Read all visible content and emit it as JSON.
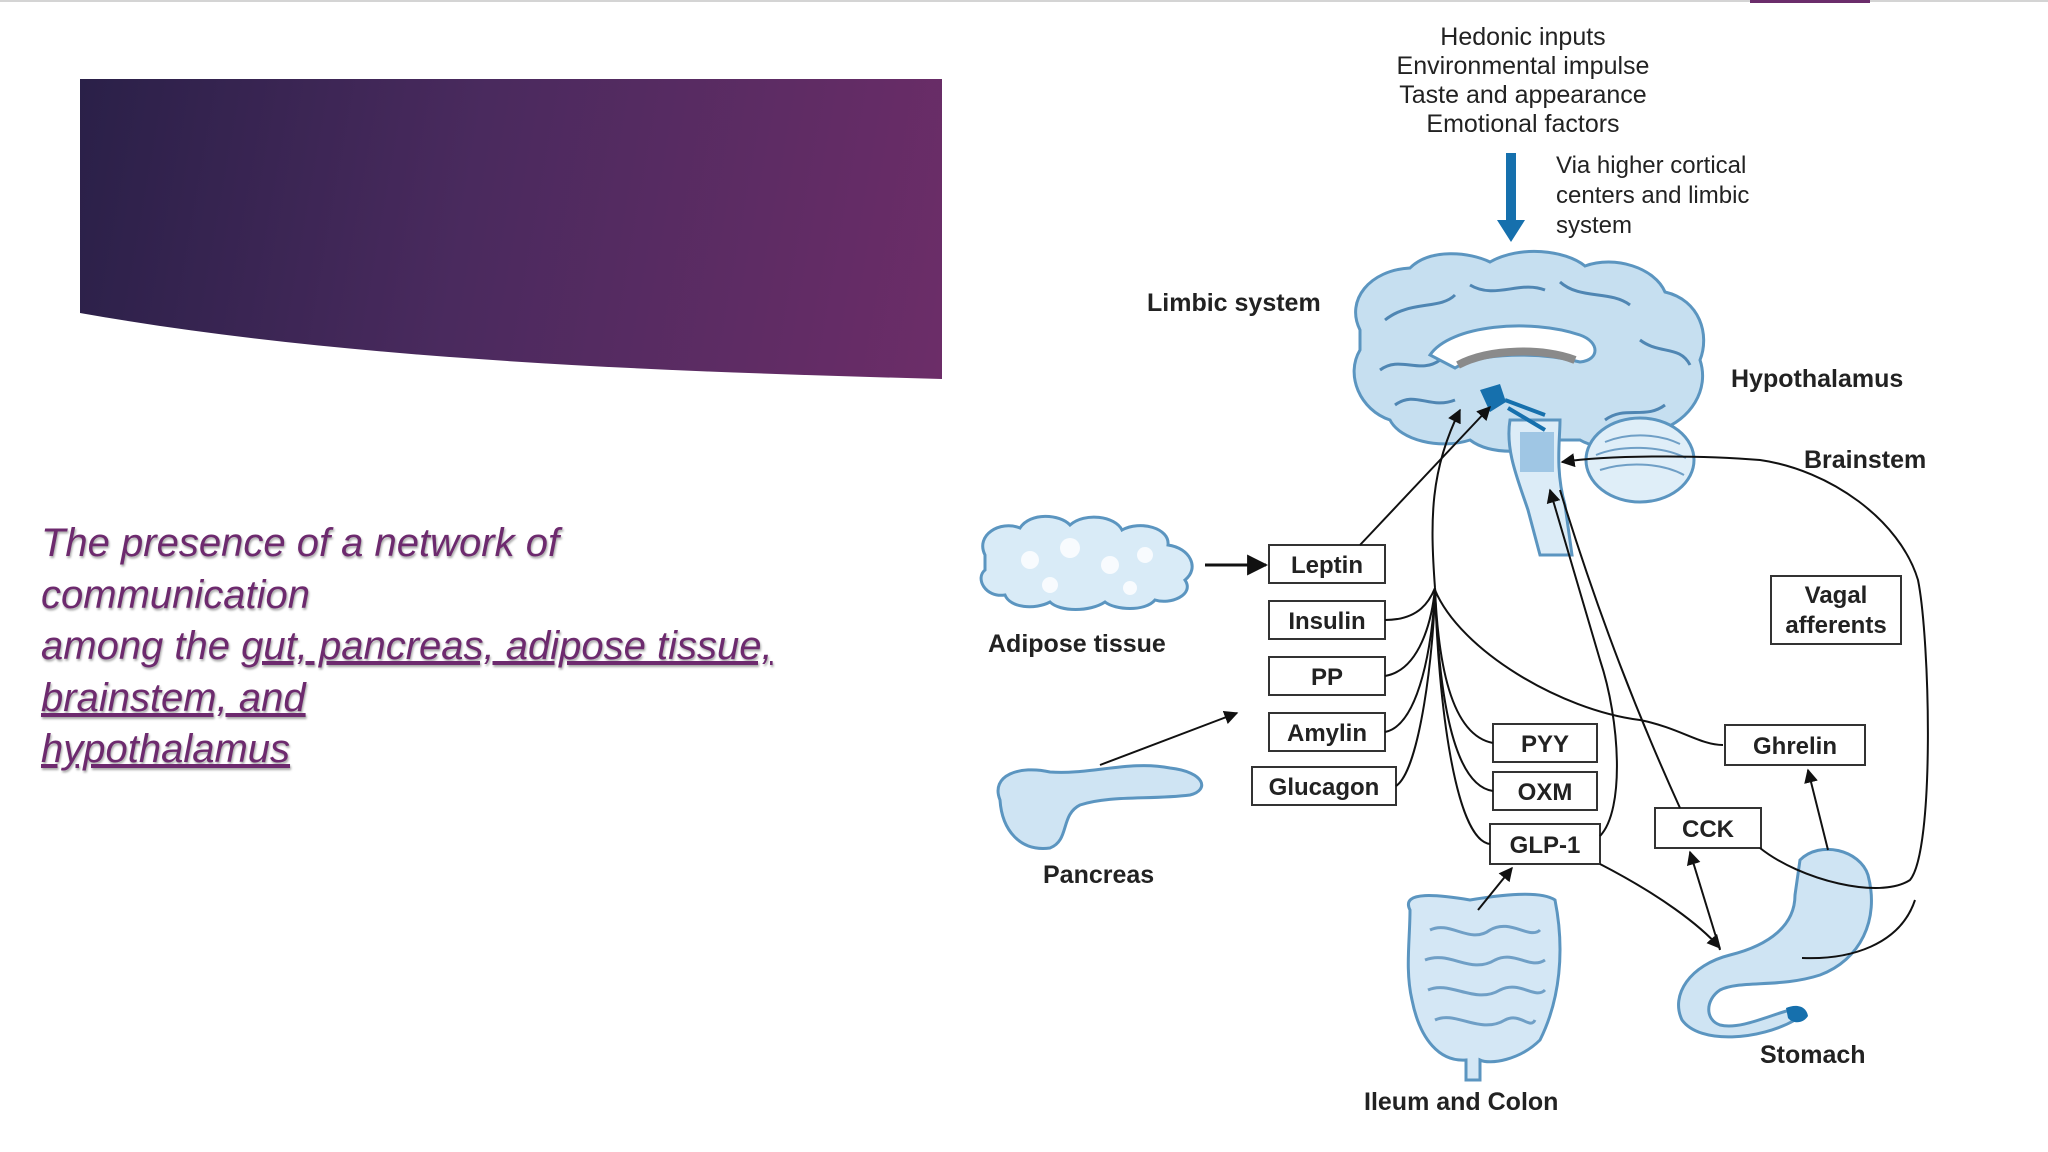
{
  "slide": {
    "text_lines": [
      "The presence of a network of",
      "communication",
      "among the "
    ],
    "underlined_parts": [
      "gut, pancreas, adipose tissue,",
      "brainstem, and",
      "hypothalamus"
    ],
    "accent_color": "#6d2a6e"
  },
  "diagram": {
    "hedonic_inputs": [
      "Hedonic inputs",
      "Environmental impulse",
      "Taste and appearance",
      "Emotional factors"
    ],
    "cortical_note": [
      "Via higher cortical",
      "centers and limbic",
      "system"
    ],
    "organs": {
      "limbic": "Limbic system",
      "hypothalamus": "Hypothalamus",
      "brainstem": "Brainstem",
      "adipose": "Adipose tissue",
      "pancreas": "Pancreas",
      "ileum": "Ileum and Colon",
      "stomach": "Stomach"
    },
    "hormones": {
      "leptin": "Leptin",
      "insulin": "Insulin",
      "pp": "PP",
      "amylin": "Amylin",
      "glucagon": "Glucagon",
      "pyy": "PYY",
      "oxm": "OXM",
      "glp1": "GLP-1",
      "cck": "CCK",
      "ghrelin": "Ghrelin"
    },
    "vagal": [
      "Vagal",
      "afferents"
    ],
    "colors": {
      "arrow_blue": "#1670ad",
      "organ_fill": "#c6dff0",
      "organ_stroke": "#5b95c0"
    }
  }
}
